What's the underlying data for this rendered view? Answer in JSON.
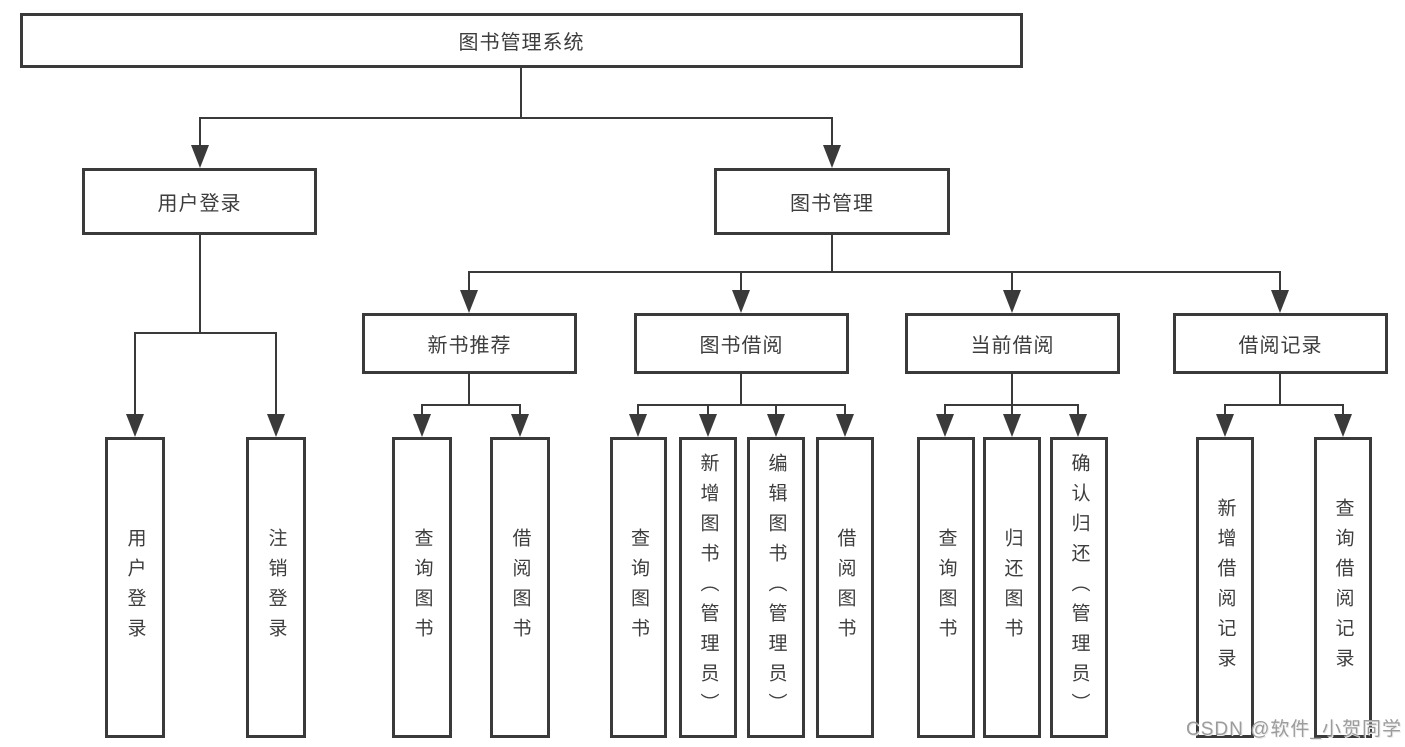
{
  "nodes": {
    "root": "图书管理系统",
    "user_login": "用户登录",
    "book_mgmt": "图书管理",
    "new_books": "新书推荐",
    "book_borrow": "图书借阅",
    "current_borrow": "当前借阅",
    "borrow_records": "借阅记录"
  },
  "leaves": {
    "user_login": [
      "用户登录",
      "注销登录"
    ],
    "new_books": [
      "查询图书",
      "借阅图书"
    ],
    "book_borrow": [
      "查询图书",
      "新增图书（管理员）",
      "编辑图书（管理员）",
      "借阅图书"
    ],
    "current_borrow": [
      "查询图书",
      "归还图书",
      "确认归还（管理员）"
    ],
    "borrow_records": [
      "新增借阅记录",
      "查询借阅记录"
    ]
  },
  "watermark": "CSDN @软件_小贺同学",
  "colors": {
    "line": "#3a3a3a",
    "box_border": "#3a3a3a",
    "text": "#3d3d3d",
    "watermark": "#9c9c9c",
    "background": "#ffffff"
  }
}
